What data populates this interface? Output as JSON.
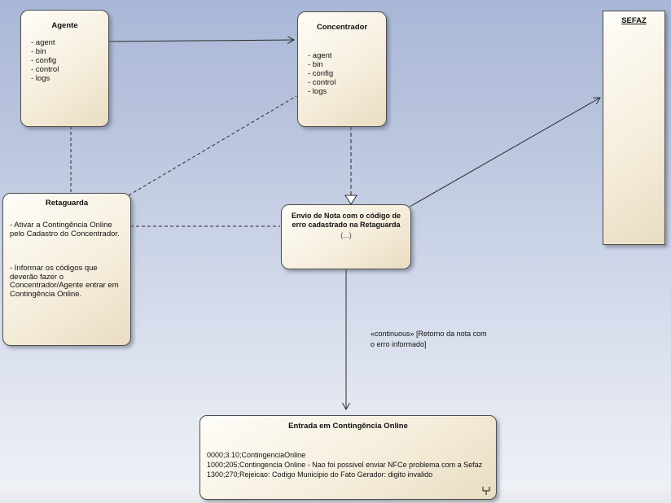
{
  "diagram_title": "Contingência Online activity diagram",
  "colors": {
    "background_top": "#a9b7d7",
    "background_bottom": "#eef0f6",
    "node_fill_light": "#fefdf8",
    "node_fill_dark": "#e9dcc1",
    "node_border": "#4d4d4d",
    "connector": "#2a2a2a"
  },
  "nodes": {
    "agente": {
      "title": "Agente",
      "items": [
        "- agent",
        "- bin",
        "- config",
        "- control",
        "- logs"
      ]
    },
    "concentrador": {
      "title": "Concentrador",
      "items": [
        "- agent",
        "- bin",
        "- config",
        "- control",
        "- logs"
      ]
    },
    "sefaz": {
      "title": "SEFAZ"
    },
    "retaguarda": {
      "title": "Retaguarda",
      "paragraphs": [
        "- Ativar a Contingência Online pelo Cadastro do Concentrador.",
        "- Informar os códigos que deverão fazer o Concentrador/Agente entrar em Contingência Online."
      ]
    },
    "envio": {
      "title": "Envio de Nota com o código de erro cadastrado na Retaguarda",
      "note": "(...)"
    },
    "entrada": {
      "title": "Entrada em Contingência Online",
      "lines": [
        "0000;3.10;ContingenciaOnline",
        "1000;205;Contingencia Online - Nao foi possivel enviar NFCe problema com a Sefaz",
        "1300;270;Rejeicao: Codigo Municipio do Fato Gerador: digito invalido"
      ]
    }
  },
  "edges": {
    "continuous_label": "«continuous» [Retorno da nota com o erro informado]"
  }
}
